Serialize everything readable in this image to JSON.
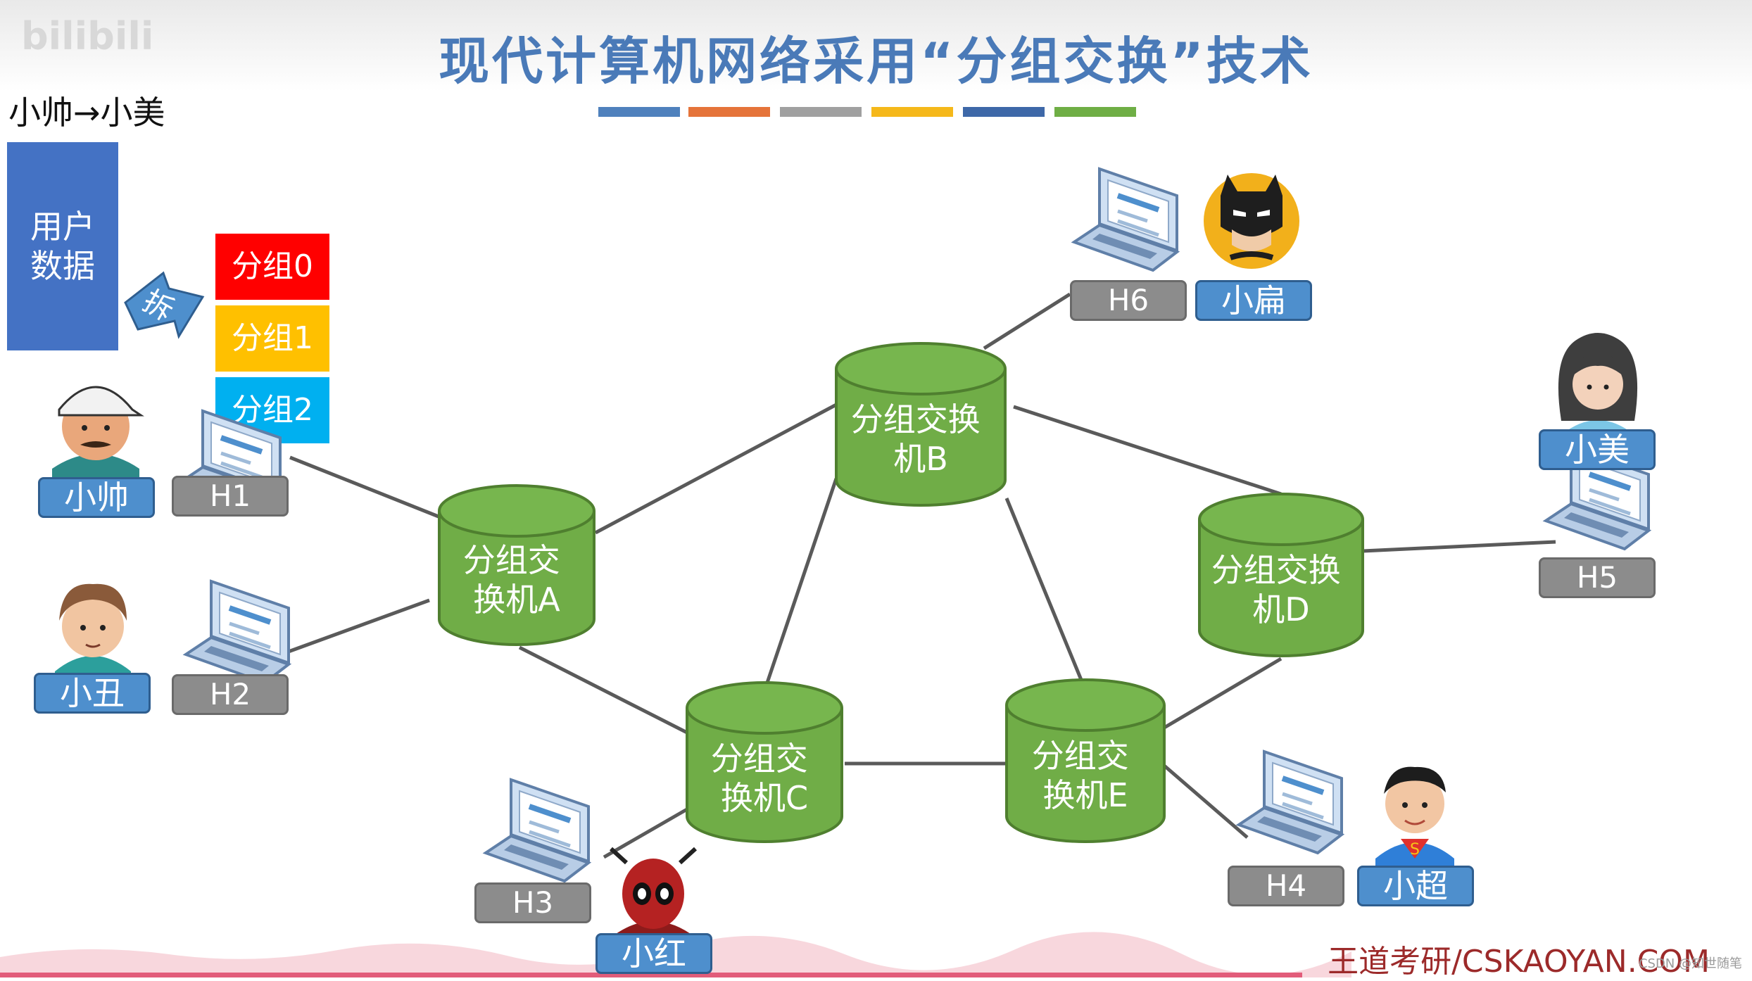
{
  "title": "现代计算机网络采用“分组交换”技术",
  "subtitle": "小帅→小美",
  "watermark": "bilibili",
  "color_bars": [
    "#4f81bd",
    "#e5743a",
    "#a0a0a0",
    "#f5b81a",
    "#3e68a8",
    "#6fae45"
  ],
  "user_data_label": "用户\n数据",
  "split_label": "拆",
  "packets": [
    {
      "label": "分组0",
      "color": "#ff0000"
    },
    {
      "label": "分组1",
      "color": "#ffc000"
    },
    {
      "label": "分组2",
      "color": "#00b0f0"
    }
  ],
  "switches": {
    "A": "分组交\n换机A",
    "B": "分组交换\n机B",
    "C": "分组交\n换机C",
    "D": "分组交换\n机D",
    "E": "分组交\n换机E"
  },
  "hosts": {
    "H1": "H1",
    "H2": "H2",
    "H3": "H3",
    "H4": "H4",
    "H5": "H5",
    "H6": "H6"
  },
  "people": {
    "xiaoshuai": "小帅",
    "xiaochou": "小丑",
    "xiaohong": "小红",
    "xiaochao": "小超",
    "xiaomei": "小美",
    "xiaobian": "小扁"
  },
  "footer": "王道考研/CSKAOYAN.COM",
  "footer_mark": "CSDN @知世随笔",
  "colors": {
    "switch_fill": "#70ad47",
    "switch_stroke": "#4f7f2f",
    "title": "#4a7ab8",
    "user_data": "#4472c4",
    "link": "#5a5a5a"
  }
}
